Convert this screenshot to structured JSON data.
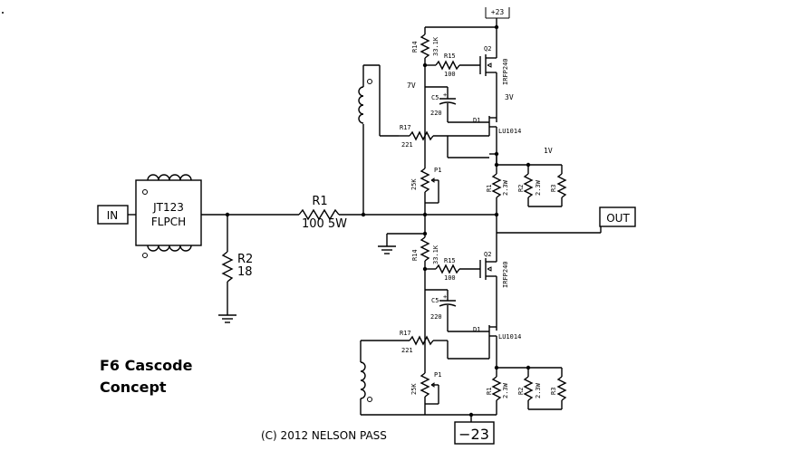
{
  "title_lines": [
    "F6 Cascode",
    "Concept"
  ],
  "copyright": "(C) 2012 NELSON PASS",
  "terminals": {
    "input": "IN",
    "output": "OUT",
    "positive_rail": "+23",
    "negative_rail": "−23"
  },
  "transformer": {
    "name": "JT123",
    "type": "FLPCH"
  },
  "input_resistors": {
    "r1_name": "R1",
    "r1_value": "100 5W",
    "r2_name": "R2",
    "r2_value": "18"
  },
  "voltages": {
    "v7": "7V",
    "v3": "3V",
    "v1": "1V"
  },
  "upper_stage": {
    "r14_name": "R14",
    "r14_value": "33.1K",
    "r15_name": "R15",
    "r15_value": "100",
    "q2_name": "Q2",
    "q2_part": "IRFP240",
    "c5_name": "C5",
    "c5_value": "220",
    "d1_name": "D1",
    "d1_part": "LU1014",
    "r17_name": "R17",
    "r17_value": "221",
    "p1_name": "P1",
    "p1_value": "25K",
    "r1_name": "R1",
    "r1_value": "2.3W",
    "r2_name": "R2",
    "r2_value": "2.3W",
    "r3_name": "R3"
  },
  "lower_stage": {
    "r14_name": "R14",
    "r14_value": "33.1K",
    "r15_name": "R15",
    "r15_value": "100",
    "q2_name": "Q2",
    "q2_part": "IRFP240",
    "c5_name": "C5",
    "c5_value": "220",
    "d1_name": "D1",
    "d1_part": "LU1014",
    "r17_name": "R17",
    "r17_value": "221",
    "p1_name": "P1",
    "p1_value": "25K",
    "r1_name": "R1",
    "r1_value": "2.3W",
    "r2_name": "R2",
    "r2_value": "2.3W",
    "r3_name": "R3"
  }
}
